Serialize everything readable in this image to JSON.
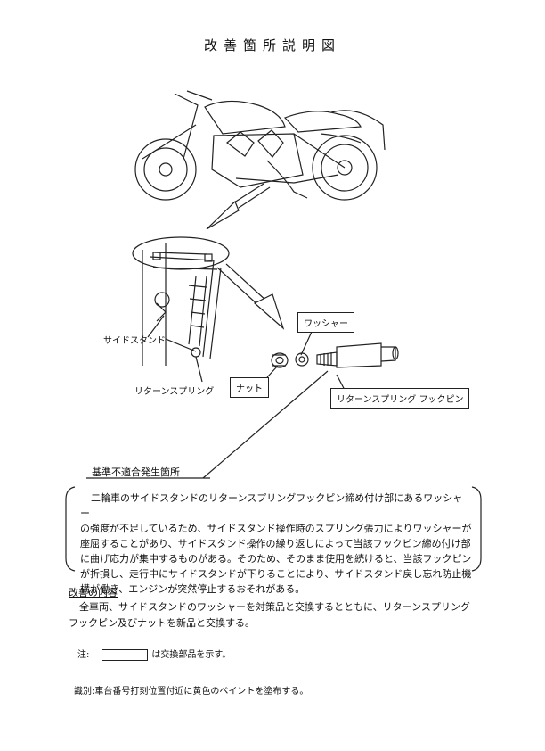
{
  "title": "改善箇所説明図",
  "labels": {
    "side_stand": "サイドスタンド",
    "return_spring": "リターンスプリング",
    "washer": "ワッシャー",
    "nut": "ナット",
    "hook_pin": "リターンスプリング フックピン"
  },
  "defect": {
    "heading": "基準不適合発生箇所",
    "lines": [
      "二輪車のサイドスタンドのリターンスプリングフックピン締め付け部にあるワッシャー",
      "の強度が不足しているため、サイドスタンド操作時のスプリング張力によりワッシャーが",
      "座屈することがあり、サイドスタンド操作の繰り返しによって当該フックピン締め付け部",
      "に曲げ応力が集中するものがある。そのため、そのまま使用を続けると、当該フックピン",
      "が折損し、走行中にサイドスタンドが下りることにより、サイドスタンド戻し忘れ防止機",
      "構が働き、エンジンが突然停止するおそれがある。"
    ]
  },
  "improvement": {
    "heading": "改善の内容",
    "lines": [
      "全車両、サイドスタンドのワッシャーを対策品と交換するとともに、リターンスプリング",
      "フックピン及びナットを新品と交換する。"
    ]
  },
  "note": {
    "prefix": "注:",
    "suffix": "は交換部品を示す。"
  },
  "identification": "識別:車台番号打刻位置付近に黄色のペイントを塗布する。"
}
